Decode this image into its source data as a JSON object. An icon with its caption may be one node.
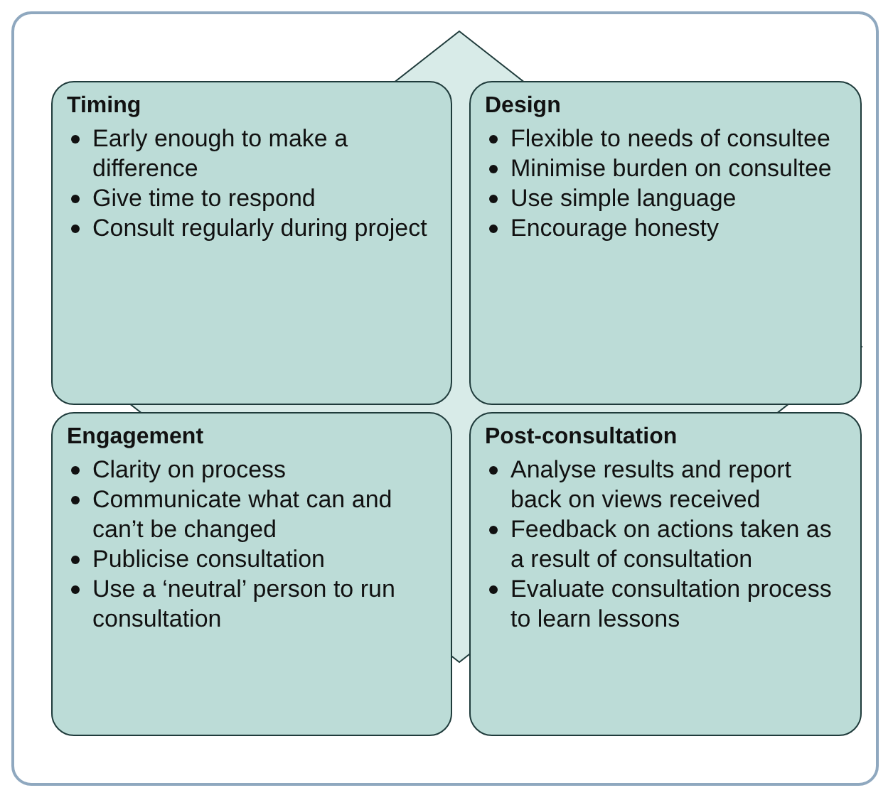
{
  "diagram": {
    "nodes": [
      {
        "text": [
          "Timing",
          "Early enough to make a difference",
          "Give time to respond",
          "Consult regularly during project"
        ]
      },
      {
        "text": [
          "Design",
          "Flexible to needs of consultee",
          "Minimise burden on consultee",
          "Use simple language",
          "Encourage honesty"
        ]
      },
      {
        "text": [
          "Engagement",
          "Clarity on process",
          "Communicate what can and can’t be changed",
          "Publicise consultation",
          "Use a ‘neutral’ person to run consultation"
        ]
      },
      {
        "text": [
          "Post-consultation",
          "Analyse results and report back on views received",
          "Feedback on actions taken as a result of consultation",
          "Evaluate consultation process to learn lessons"
        ]
      }
    ],
    "edges": []
  }
}
